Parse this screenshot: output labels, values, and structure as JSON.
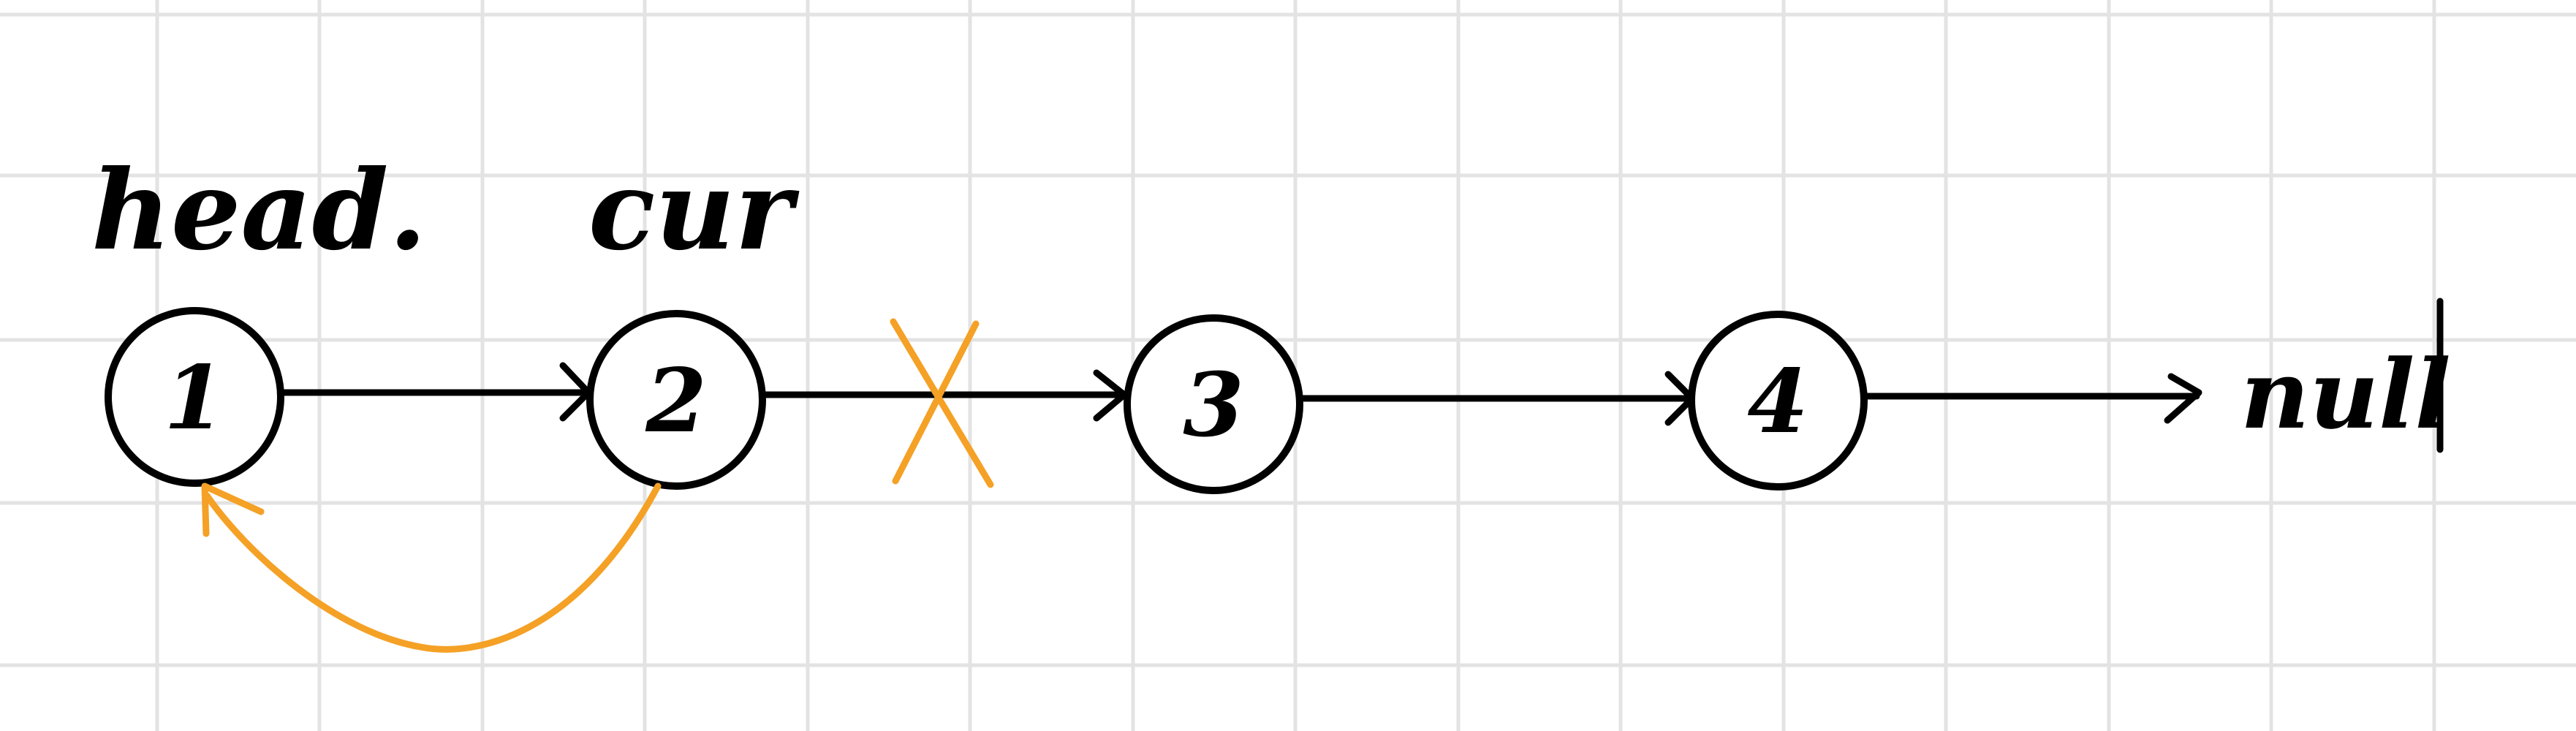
{
  "labels": {
    "head": "head.",
    "cur": "cur",
    "null": "null"
  },
  "nodes": [
    {
      "id": "node-1",
      "value": "1"
    },
    {
      "id": "node-2",
      "value": "2"
    },
    {
      "id": "node-3",
      "value": "3"
    },
    {
      "id": "node-4",
      "value": "4"
    }
  ],
  "colors": {
    "background": "#ffffff",
    "grid": "#e3e3e3",
    "ink": "#000000",
    "accent": "#f4a126"
  }
}
